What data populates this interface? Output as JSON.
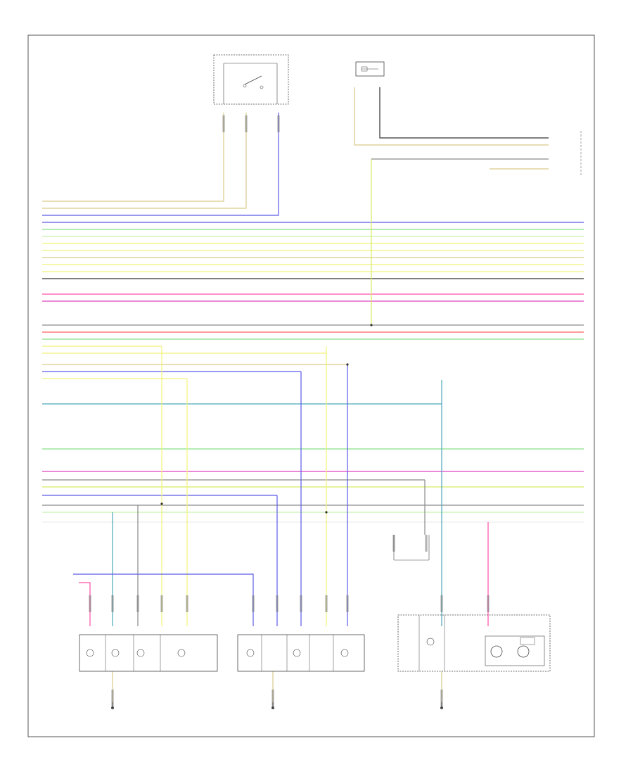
{
  "diagram": {
    "page_number": "",
    "colors": {
      "gray": "#8a8a8a",
      "black": "#333333",
      "tan": "#d9c98a",
      "blue": "#5b5be8",
      "green": "#86e086",
      "pale_green": "#c8f0b0",
      "yellow": "#f2f27a",
      "pink": "#ff4fa8",
      "magenta": "#e040c0",
      "red": "#ff6060",
      "teal": "#4aa8b8",
      "violet": "#8a6ad8",
      "lime": "#d6ec60"
    },
    "components": [
      {
        "id": "hazard-switch",
        "label": ""
      },
      {
        "id": "flasher-relay",
        "label": ""
      },
      {
        "id": "left-rear-lamp-assembly",
        "label": ""
      },
      {
        "id": "license-lamp-assembly",
        "label": ""
      },
      {
        "id": "right-rear-lamp-assembly",
        "label": ""
      }
    ],
    "legend": {
      "items": [
        "",
        ""
      ]
    },
    "wire_labels_left": [],
    "wire_labels_right": []
  }
}
